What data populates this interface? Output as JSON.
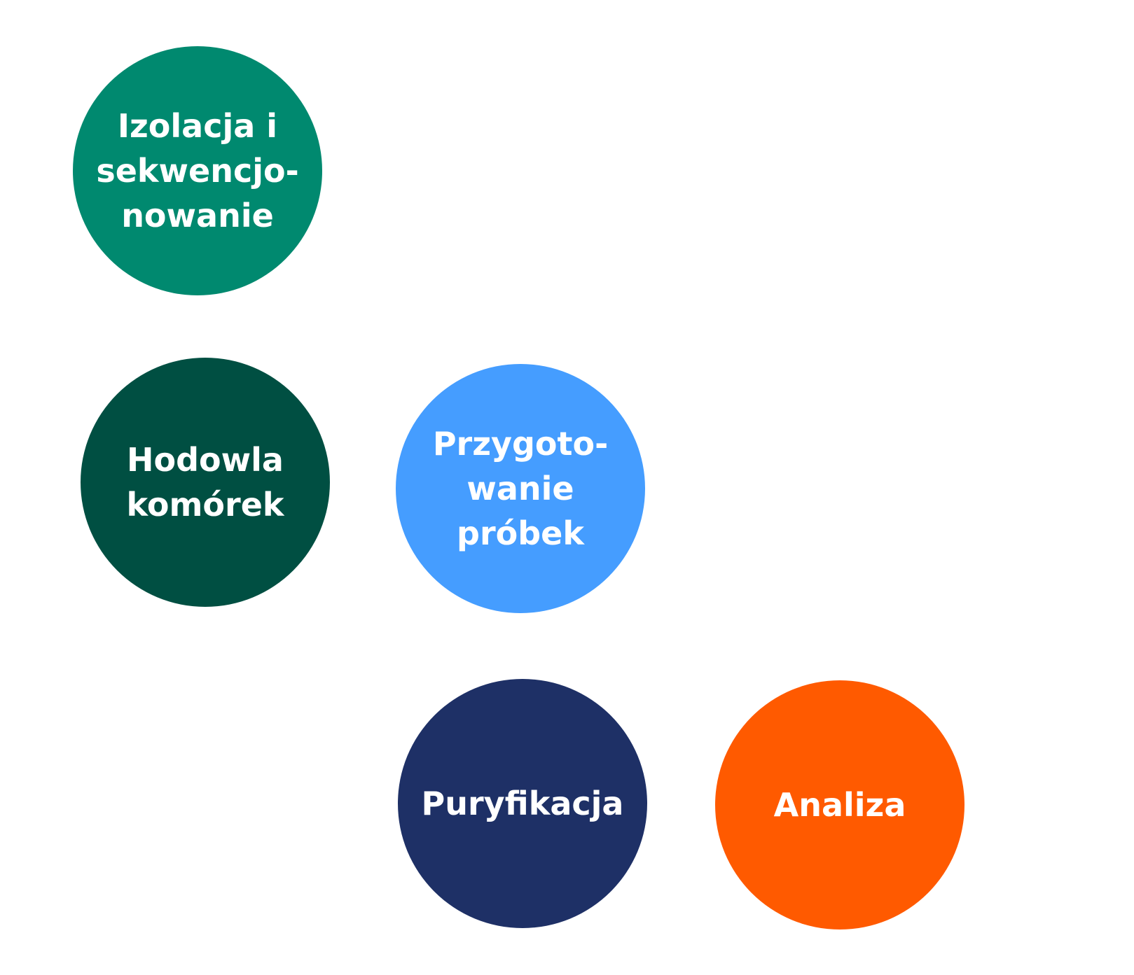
{
  "nodes": [
    {
      "id": "izolacja",
      "lines": [
        "Izolacja i",
        "sekwencjo-",
        "nowanie"
      ],
      "color": "#00896F"
    },
    {
      "id": "hodowla",
      "lines": [
        "Hodowla",
        "komórek"
      ],
      "color": "#004F42"
    },
    {
      "id": "przygotowanie",
      "lines": [
        "Przygoto-",
        "wanie",
        "próbek"
      ],
      "color": "#459DFF"
    },
    {
      "id": "puryfikacja",
      "lines": [
        "Puryfikacja"
      ],
      "color": "#1E3066"
    },
    {
      "id": "analiza",
      "lines": [
        "Analiza"
      ],
      "color": "#FF5A00"
    }
  ]
}
